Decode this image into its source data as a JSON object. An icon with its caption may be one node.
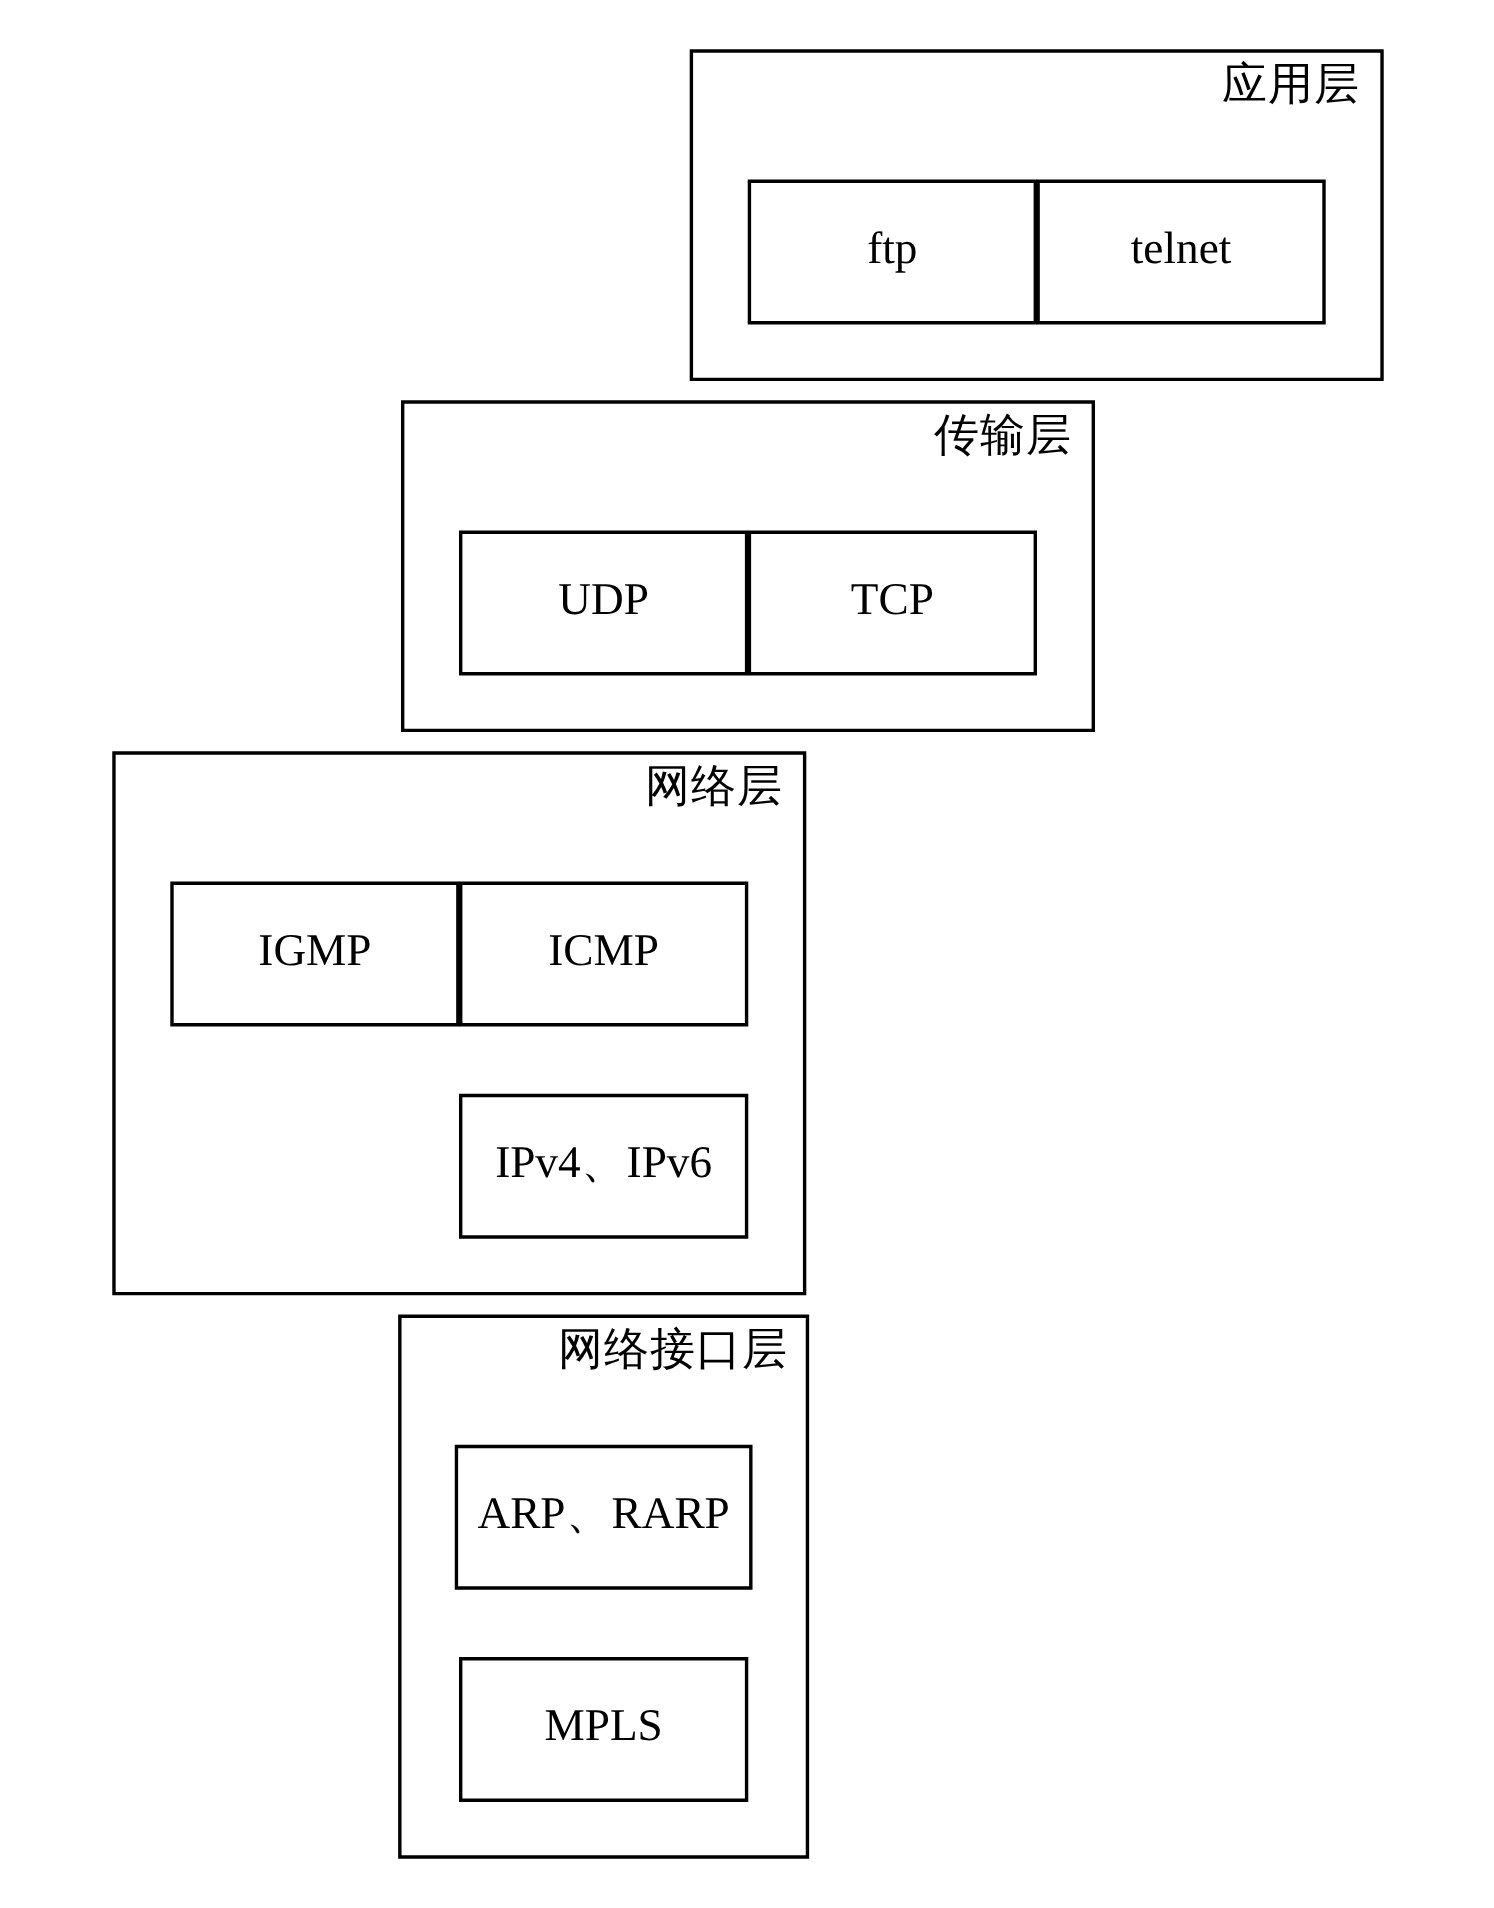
{
  "diagram": {
    "nodes": [
      {
        "text": [
          "应用层"
        ]
      },
      {
        "text": [
          "telnet"
        ],
        "in": 0
      },
      {
        "text": [
          "ftp"
        ],
        "in": 0
      },
      {
        "text": [
          "传输层"
        ]
      },
      {
        "text": [
          "TCP"
        ],
        "in": 3
      },
      {
        "text": [
          "UDP"
        ],
        "in": 3
      },
      {
        "text": [
          "网络层"
        ]
      },
      {
        "text": [
          "ICMP"
        ],
        "in": 6
      },
      {
        "text": [
          "IGMP"
        ],
        "in": 6
      },
      {
        "text": [
          "IPv4、IPv6"
        ],
        "in": 6
      },
      {
        "text": [
          "网络接口层"
        ]
      },
      {
        "text": [
          "ARP、RARP"
        ],
        "in": 10
      },
      {
        "text": [
          "MPLS"
        ],
        "in": 10
      }
    ]
  }
}
